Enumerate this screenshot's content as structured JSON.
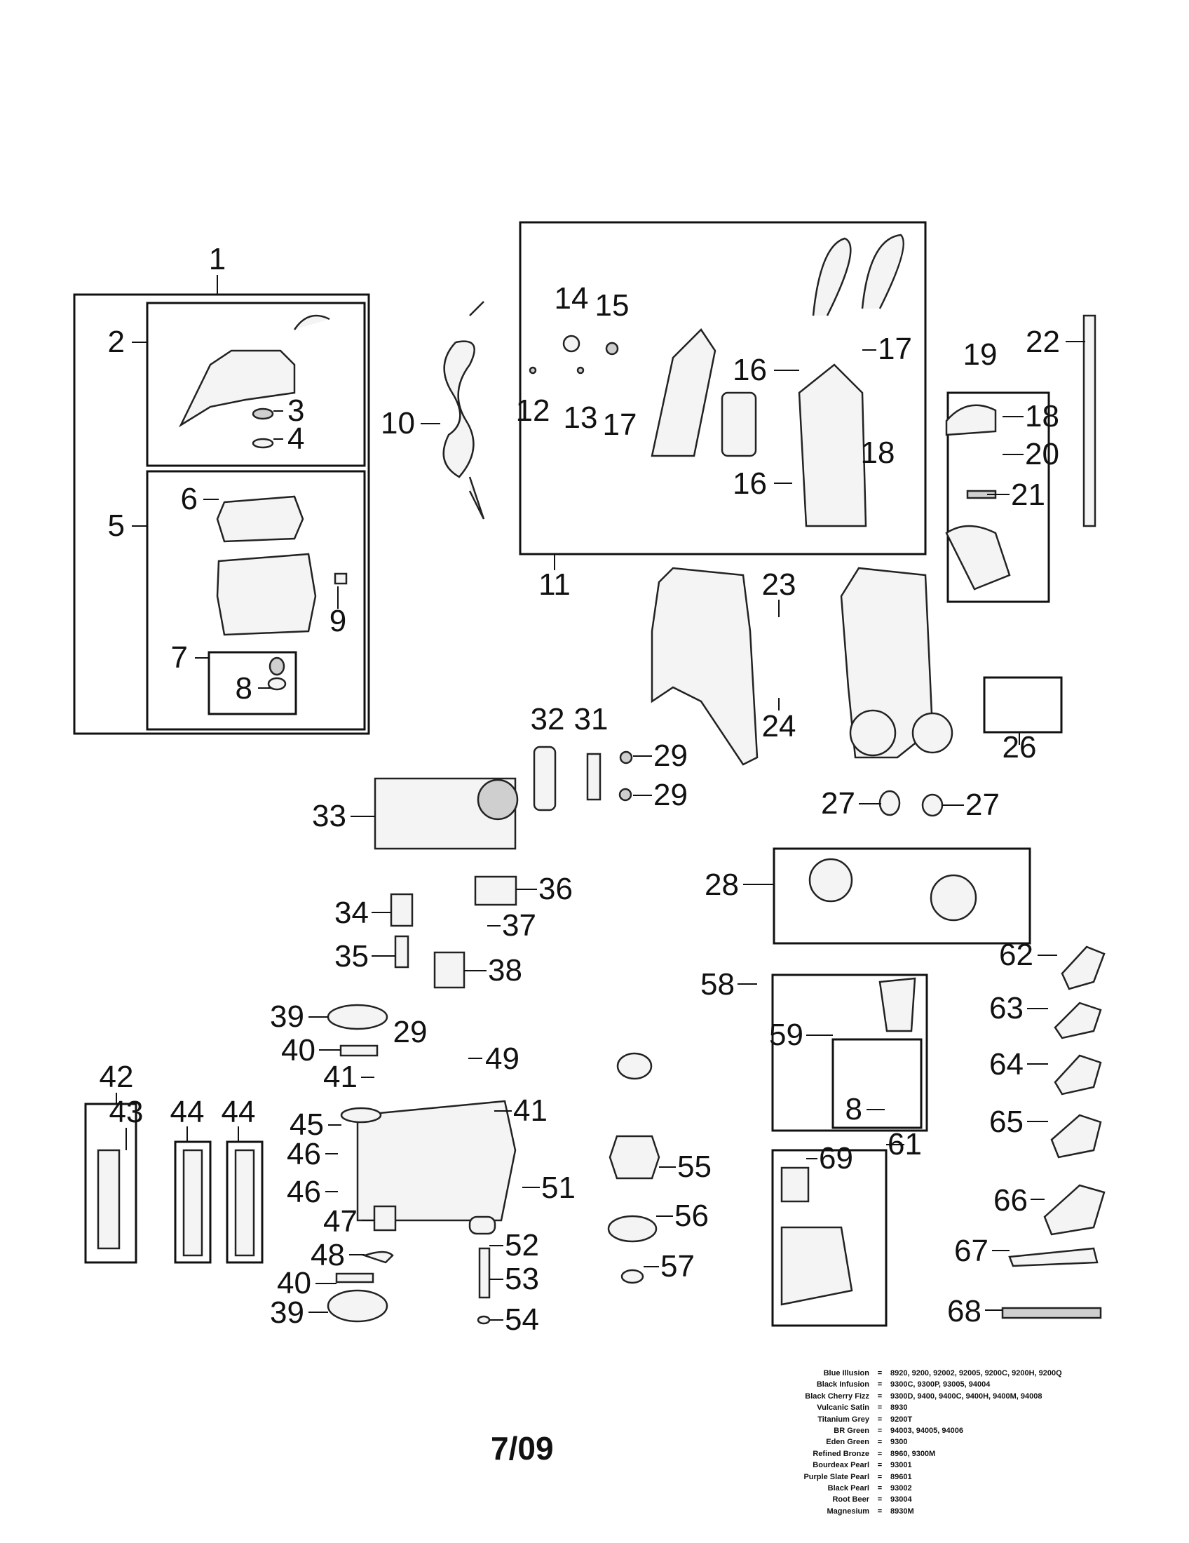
{
  "diagram": {
    "callouts": [
      "1",
      "2",
      "3",
      "4",
      "5",
      "6",
      "7",
      "8",
      "9",
      "10",
      "11",
      "12",
      "13",
      "14",
      "15",
      "16",
      "17",
      "18",
      "19",
      "20",
      "21",
      "22",
      "23",
      "24",
      "26",
      "27",
      "28",
      "29",
      "31",
      "32",
      "33",
      "34",
      "35",
      "36",
      "37",
      "38",
      "39",
      "40",
      "41",
      "42",
      "43",
      "44",
      "45",
      "46",
      "47",
      "48",
      "49",
      "51",
      "52",
      "53",
      "54",
      "55",
      "56",
      "57",
      "58",
      "59",
      "61",
      "62",
      "63",
      "64",
      "65",
      "66",
      "67",
      "68",
      "69"
    ]
  },
  "footer": {
    "page_code": "7/09"
  },
  "color_legend": [
    {
      "name": "Blue Illusion",
      "models": "8920, 9200, 92002, 92005, 9200C, 9200H, 9200Q"
    },
    {
      "name": "Black Infusion",
      "models": "9300C, 9300P, 93005, 94004"
    },
    {
      "name": "Black Cherry Fizz",
      "models": "9300D, 9400, 9400C, 9400H, 9400M, 94008"
    },
    {
      "name": "Vulcanic Satin",
      "models": "8930"
    },
    {
      "name": "Titanium Grey",
      "models": "9200T"
    },
    {
      "name": "BR Green",
      "models": "94003, 94005, 94006"
    },
    {
      "name": "Eden Green",
      "models": "9300"
    },
    {
      "name": "Refined Bronze",
      "models": "8960, 9300M"
    },
    {
      "name": "Bourdeax Pearl",
      "models": "93001"
    },
    {
      "name": "Purple Slate Pearl",
      "models": "89601"
    },
    {
      "name": "Black Pearl",
      "models": "93002"
    },
    {
      "name": "Root Beer",
      "models": "93004"
    },
    {
      "name": "Magnesium",
      "models": "8930M"
    }
  ]
}
